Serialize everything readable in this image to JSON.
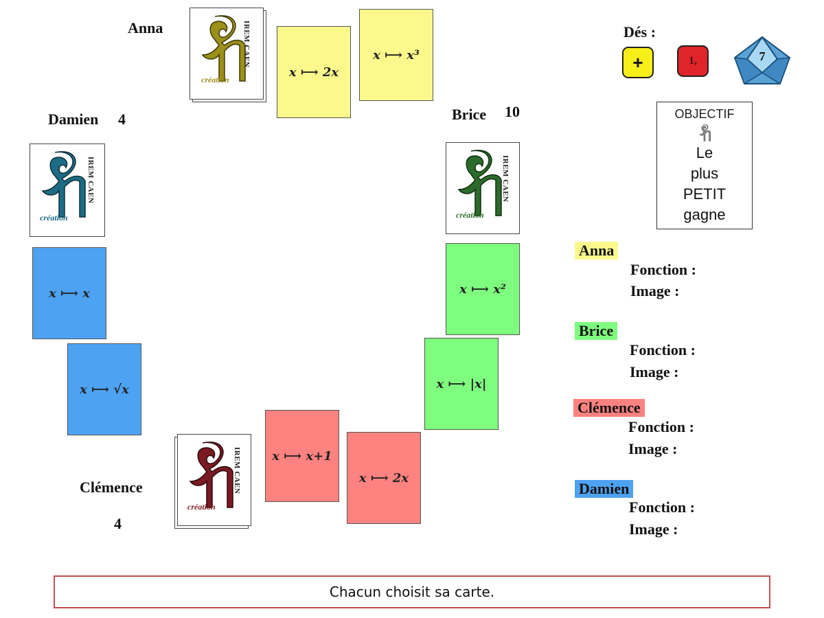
{
  "players": {
    "anna": {
      "name": "Anna"
    },
    "damien": {
      "name": "Damien",
      "score": "4"
    },
    "brice": {
      "name": "Brice",
      "score": "10"
    },
    "clemence": {
      "name": "Clémence",
      "score": "4"
    }
  },
  "logo": {
    "vertical": "IREM CAEN",
    "creation": "création"
  },
  "cards": {
    "anna_1": "x ⟼ 2x",
    "anna_2": "x ⟼ x³",
    "brice_1": "x ⟼ x²",
    "brice_2": "x ⟼ |x|",
    "clemence_1": "x ⟼ x+1",
    "clemence_2": "x ⟼ 2x",
    "damien_1": "x ⟼ x",
    "damien_2": "x ⟼ √x"
  },
  "dice": {
    "label": "Dés :",
    "die1": "+",
    "die2": "1,",
    "die3": "7"
  },
  "objective": {
    "title": "OBJECTIF",
    "line1": "Le",
    "line2": "plus",
    "line3": "PETIT",
    "line4": "gagne"
  },
  "panel": {
    "function_label": "Fonction :",
    "image_label": "Image :",
    "anna": "Anna",
    "brice": "Brice",
    "clemence": "Clémence",
    "damien": "Damien"
  },
  "colors": {
    "yellow": "#fbf98c",
    "green": "#7efd7e",
    "red": "#fd8280",
    "blue": "#4ea2f2",
    "logo_anna": "#9c8f1a",
    "logo_brice": "#2c6b2c",
    "logo_clemence": "#7a1a22",
    "logo_damien": "#1d6c86"
  },
  "message": "Chacun choisit sa carte."
}
